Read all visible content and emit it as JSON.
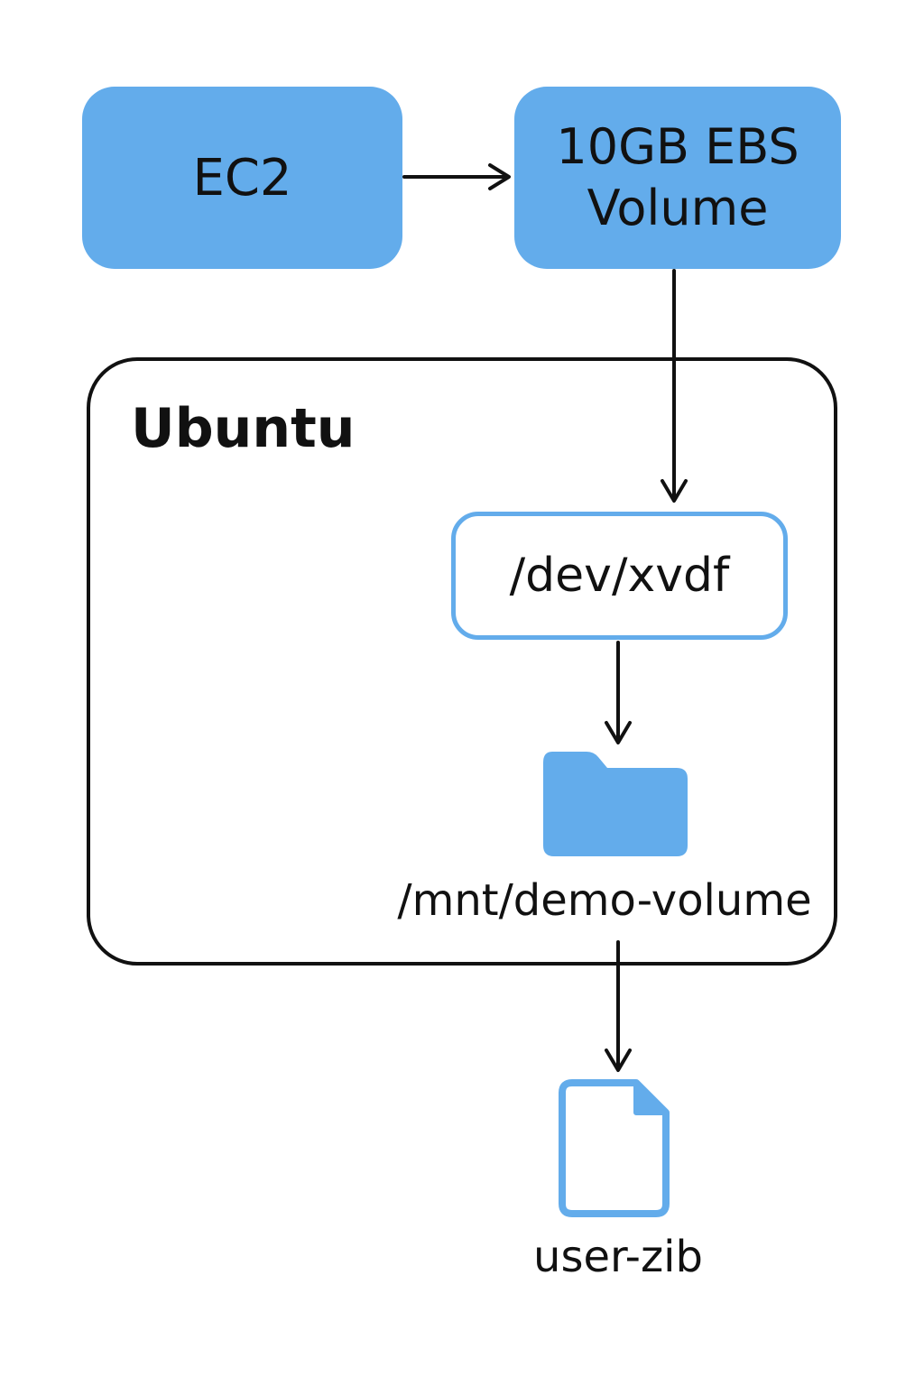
{
  "nodes": {
    "ec2": "EC2",
    "ebs_line1": "10GB EBS",
    "ebs_line2": "Volume",
    "os": "Ubuntu",
    "device": "/dev/xvdf",
    "mount_point": "/mnt/demo-volume",
    "file": "user-zib"
  },
  "icons": {
    "folder": "folder-icon",
    "file": "file-icon"
  },
  "colors": {
    "accent": "#63aceb",
    "stroke": "#111111",
    "background": "#ffffff"
  }
}
